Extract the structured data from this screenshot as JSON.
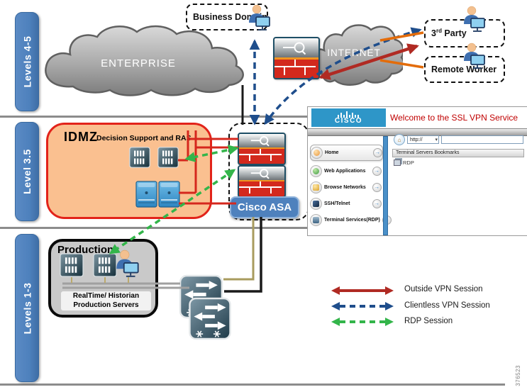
{
  "diagram": {
    "levels": [
      {
        "label": "Levels 4-5"
      },
      {
        "label": "Level 3.5"
      },
      {
        "label": "Levels 1-3"
      }
    ],
    "clouds": [
      {
        "label": "ENTERPRISE"
      },
      {
        "label": "INTERNET"
      }
    ],
    "nodes": {
      "business_domain": {
        "label": "Business Domain"
      },
      "third_party": {
        "num": "3",
        "sup": "rd",
        "rest": " Party"
      },
      "remote_worker": {
        "label": "Remote Worker"
      },
      "idmz": {
        "title": "IDMZ",
        "subtitle": "Decision Support and RAS"
      },
      "asa": {
        "label": "Cisco ASA"
      },
      "production": {
        "title": "Production",
        "caption_line1": "RealTime/ Historian",
        "caption_line2": "Production Servers"
      }
    },
    "figure_number": "376523"
  },
  "vpn": {
    "logo_text": "CISCO",
    "title": "Welcome to the SSL VPN Service",
    "sidebar": [
      {
        "label": "Home",
        "icon": "home-icon"
      },
      {
        "label": "Web Applications",
        "icon": "web-applications-icon"
      },
      {
        "label": "Browse Networks",
        "icon": "browse-networks-icon"
      },
      {
        "label": "SSH/Telnet",
        "icon": "ssh-telnet-icon"
      },
      {
        "label": "Terminal Services(RDP)",
        "icon": "terminal-services-icon"
      }
    ],
    "address": {
      "value": "http://"
    },
    "bookmarks_header": "Terminal Servers Bookmarks",
    "bookmark_item": "RDP"
  },
  "legend": {
    "items": [
      {
        "label": "Outside VPN Session",
        "color": "#B02A23",
        "style": "solid"
      },
      {
        "label": "Clientless VPN Session",
        "color": "#1F4E8C",
        "style": "dashed"
      },
      {
        "label": "RDP Session",
        "color": "#33B54A",
        "style": "dashed"
      }
    ]
  }
}
